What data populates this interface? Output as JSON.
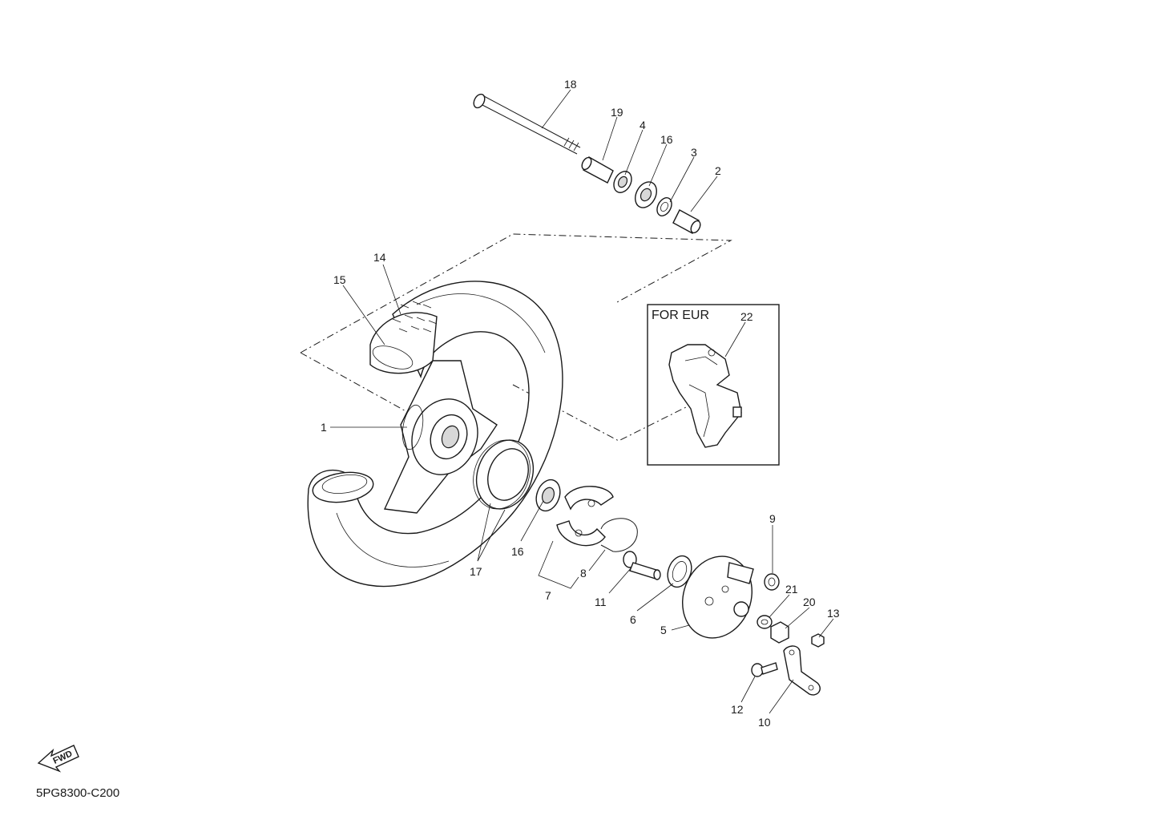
{
  "diagram": {
    "labels": [
      "18",
      "19",
      "4",
      "16",
      "3",
      "2",
      "14",
      "15",
      "1",
      "22",
      "16",
      "17",
      "7",
      "8",
      "11",
      "6",
      "5",
      "9",
      "21",
      "20",
      "13",
      "12",
      "10"
    ],
    "eur_box_title": "FOR EUR",
    "fwd_arrow_text": "FWD",
    "diagram_code": "5PG8300-C200"
  }
}
